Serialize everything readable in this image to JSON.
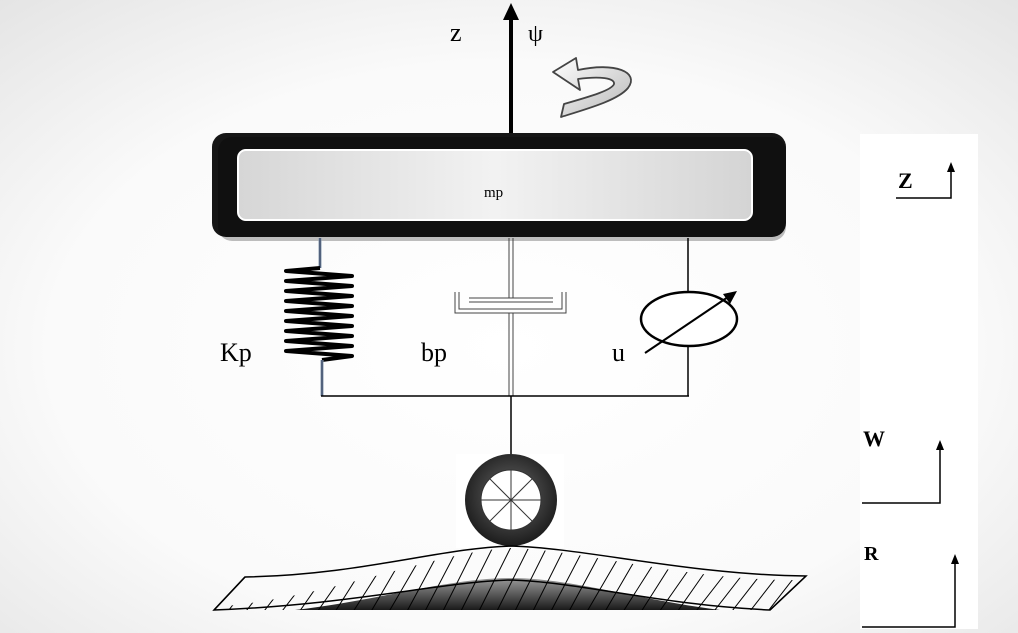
{
  "labels": {
    "z_axis": "z",
    "psi": "ψ",
    "mass": "mp",
    "spring": "Kp",
    "damper": "bp",
    "actuator": "u"
  },
  "panel": {
    "z": "Z",
    "w": "W",
    "r": "R"
  },
  "icons": {
    "rotation": "curved-rotation-arrow-icon",
    "wheel": "wheel-icon",
    "road": "road-bump-icon"
  }
}
